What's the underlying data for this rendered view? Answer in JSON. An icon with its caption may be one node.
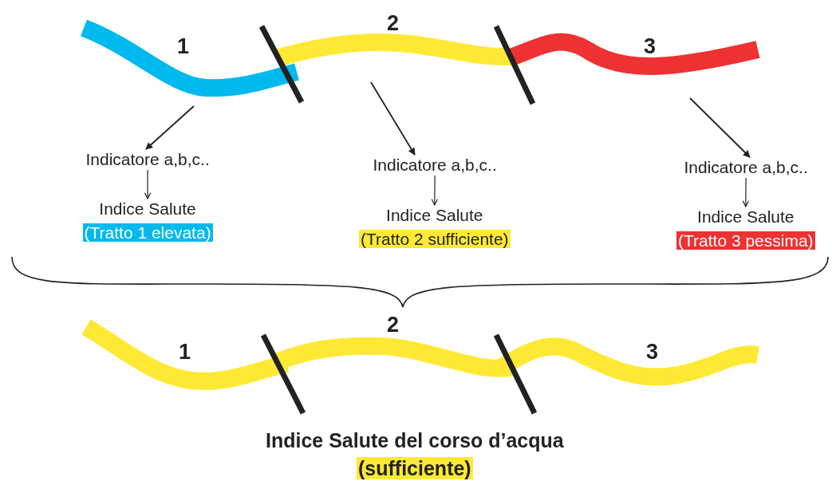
{
  "diagram": {
    "nodes": [
      {
        "text": [
          "1"
        ]
      },
      {
        "text": [
          "2"
        ]
      },
      {
        "text": [
          "3"
        ]
      },
      {
        "text": [
          "Indicatore a,b,c.."
        ]
      },
      {
        "text": [
          "Indice Salute",
          "(Tratto 1 elevata)"
        ]
      },
      {
        "text": [
          "Indicatore a,b,c.."
        ]
      },
      {
        "text": [
          "Indice Salute",
          "(Tratto 2 sufficiente)"
        ]
      },
      {
        "text": [
          "Indicatore a,b,c.."
        ]
      },
      {
        "text": [
          "Indice Salute",
          "(Tratto 3 pessima)"
        ]
      },
      {
        "text": [
          "1"
        ]
      },
      {
        "text": [
          "2"
        ]
      },
      {
        "text": [
          "3"
        ]
      },
      {
        "text": [
          "Indice Salute del corso d’acqua",
          "(sufficiente)"
        ]
      }
    ],
    "edges": [
      {
        "from": 0,
        "to": 3,
        "arrow": "to"
      },
      {
        "from": 3,
        "to": 4,
        "arrow": "to"
      },
      {
        "from": 1,
        "to": 5,
        "arrow": "to"
      },
      {
        "from": 5,
        "to": 6,
        "arrow": "to"
      },
      {
        "from": 2,
        "to": 7,
        "arrow": "to"
      },
      {
        "from": 7,
        "to": 8,
        "arrow": "to"
      }
    ]
  }
}
